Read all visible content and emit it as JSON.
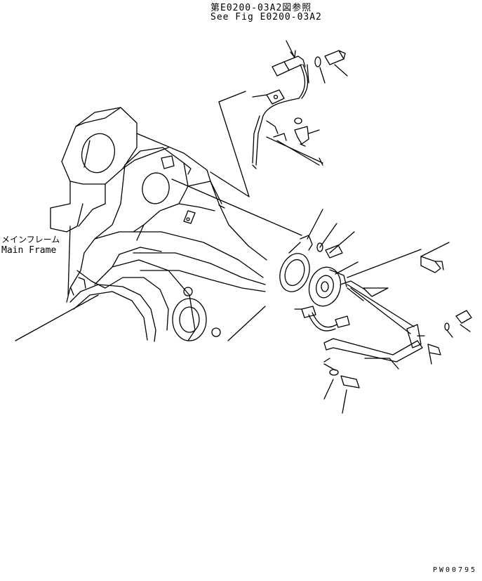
{
  "reference": {
    "japanese": "第E0200-03A2図参照",
    "english": "See Fig E0200-03A2"
  },
  "main_frame": {
    "japanese": "メインフレーム",
    "english": "Main Frame"
  },
  "drawing_code": "PW00795",
  "colors": {
    "line": "#000000",
    "background": "#ffffff"
  }
}
